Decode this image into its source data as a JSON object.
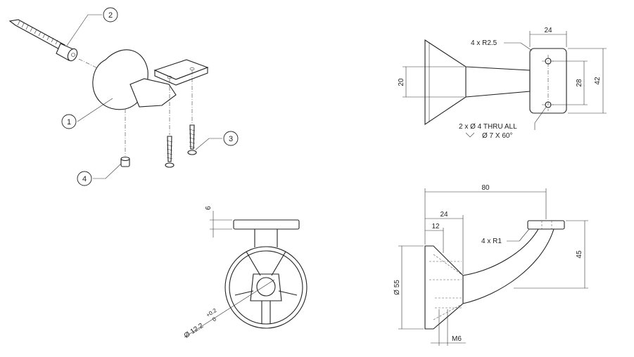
{
  "balloons": [
    "1",
    "2",
    "3",
    "4"
  ],
  "dimensions": {
    "top_width": "24",
    "top_corner_radius": "4 x R2.5",
    "top_hole_spacing": "28",
    "top_height": "42",
    "top_arm_height": "20",
    "top_hole_line1": "2 x Ø 4 THRU ALL",
    "top_hole_line2": "Ø 7 X 60°",
    "front_thickness": "6",
    "front_bore": "Ø 12.2",
    "front_tol_upper": "+0.2",
    "front_tol_lower": "0",
    "side_length": "80",
    "side_flange": "24",
    "side_flange_inner": "12",
    "side_fillet": "4 x R1",
    "side_height": "45",
    "side_diameter": "Ø 55",
    "side_thread": "M6"
  }
}
